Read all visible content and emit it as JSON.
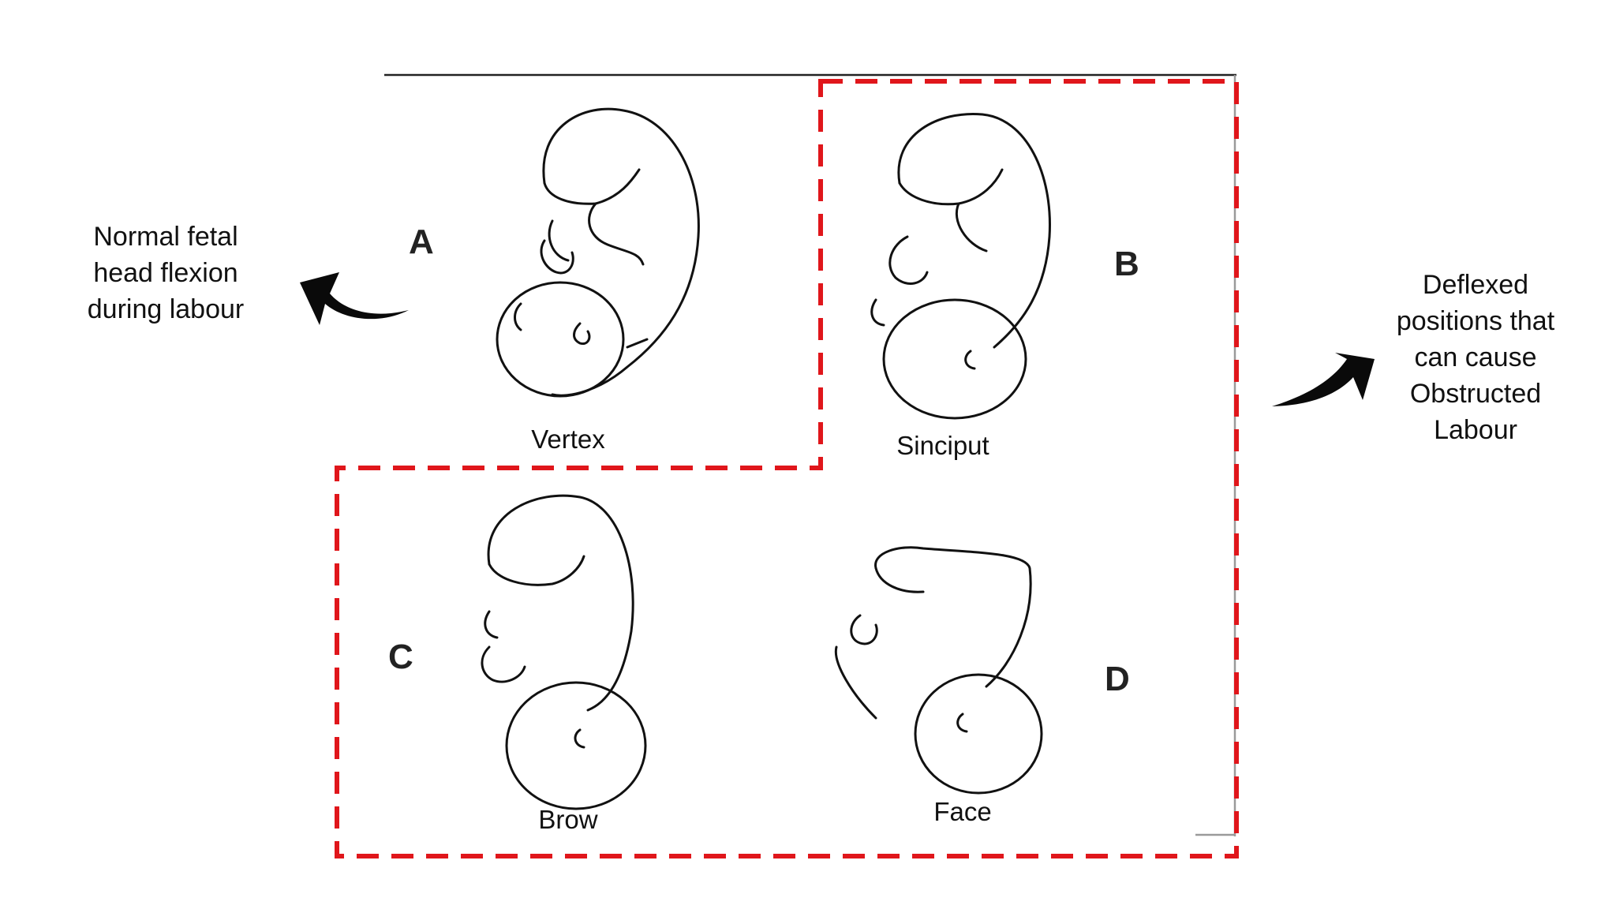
{
  "figures": [
    {
      "letter": "A",
      "caption": "Vertex"
    },
    {
      "letter": "B",
      "caption": "Sinciput"
    },
    {
      "letter": "C",
      "caption": "Brow"
    },
    {
      "letter": "D",
      "caption": "Face"
    }
  ],
  "left_note": {
    "lines": [
      "Normal fetal",
      "head flexion",
      "during labour"
    ]
  },
  "right_note": {
    "lines": [
      "Deflexed",
      "positions that",
      "can cause",
      "Obstructed",
      "Labour"
    ]
  },
  "colors": {
    "dashed_border": "#e0161b",
    "outline": "#111111",
    "arrow": "#0a0a0a"
  }
}
